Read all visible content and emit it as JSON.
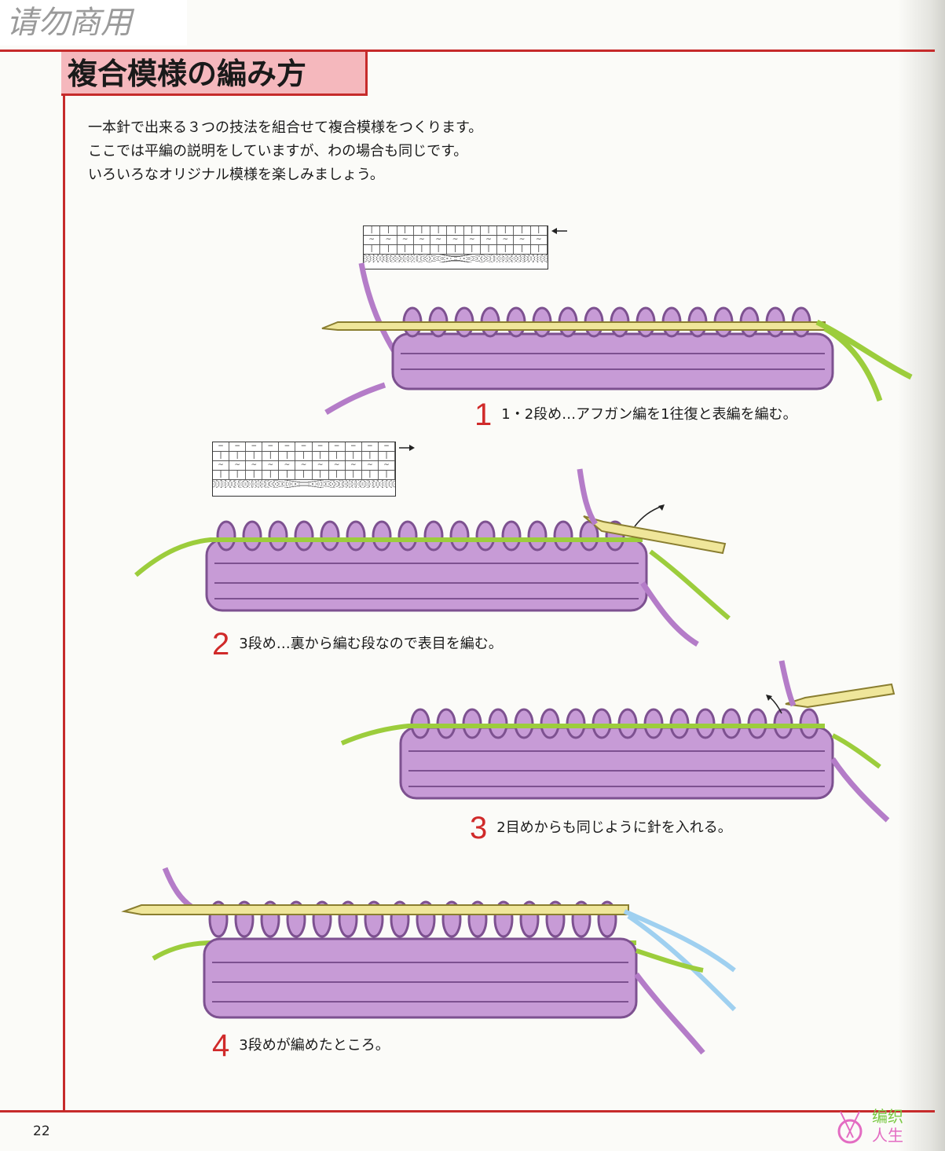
{
  "watermark": "请勿商用",
  "title": "複合模様の編み方",
  "intro": [
    "一本針で出来る３つの技法を組合せて複合模様をつくります。",
    "ここでは平編の説明をしていますが、わの場合も同じです。",
    "いろいろなオリジナル模様を楽しみましょう。"
  ],
  "steps": [
    {
      "number": "1",
      "text": "1・2段め…アフガン編を1往復と表編を編む。"
    },
    {
      "number": "2",
      "text": "3段め…裏から編む段なので表目を編む。"
    },
    {
      "number": "3",
      "text": "2目めからも同じように針を入れる。"
    },
    {
      "number": "4",
      "text": "3段めが編めたところ。"
    }
  ],
  "page_number": "22",
  "logo_text": "编织人生",
  "colors": {
    "frame": "#c62b2b",
    "title_bg": "#f5b8bd",
    "yarn_purple": "#b47cc8",
    "yarn_green": "#9ccd3c",
    "hook": "#efe69a",
    "yarn_blue": "#9fd0f0"
  }
}
